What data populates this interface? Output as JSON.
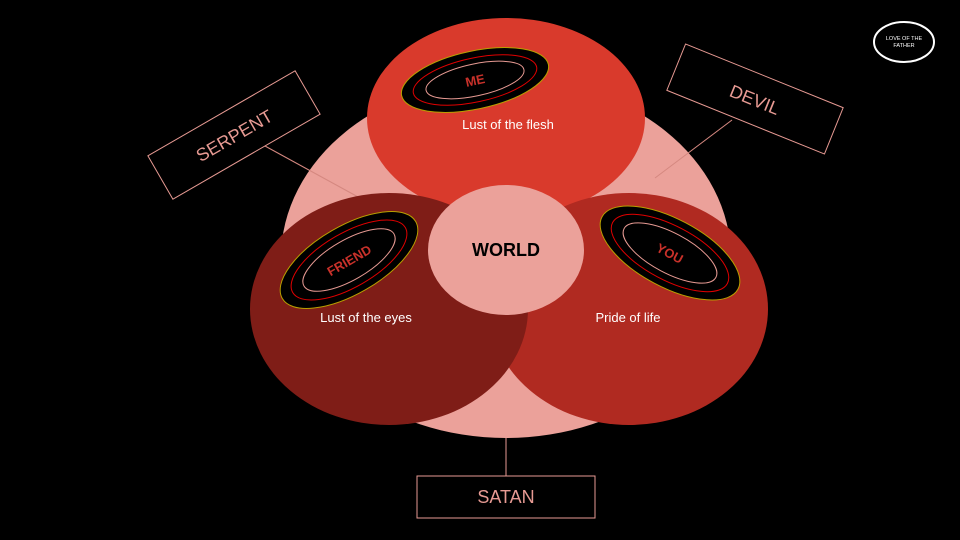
{
  "colors": {
    "outer": "#eba19a",
    "top": "#d93a2c",
    "left": "#7f1d17",
    "right": "#b02a21",
    "world": "#eba19a",
    "accent": "#e79a93"
  },
  "center": {
    "label": "WORLD"
  },
  "circles": {
    "top": {
      "ring": "ME",
      "caption": "Lust of the flesh"
    },
    "left": {
      "ring": "FRIEND",
      "caption": "Lust of the eyes"
    },
    "right": {
      "ring": "YOU",
      "caption": "Pride of life"
    }
  },
  "boxes": {
    "serpent": "SERPENT",
    "devil": "DEVIL",
    "satan": "SATAN"
  },
  "badge": {
    "line1": "LOVE OF THE",
    "line2": "FATHER"
  }
}
